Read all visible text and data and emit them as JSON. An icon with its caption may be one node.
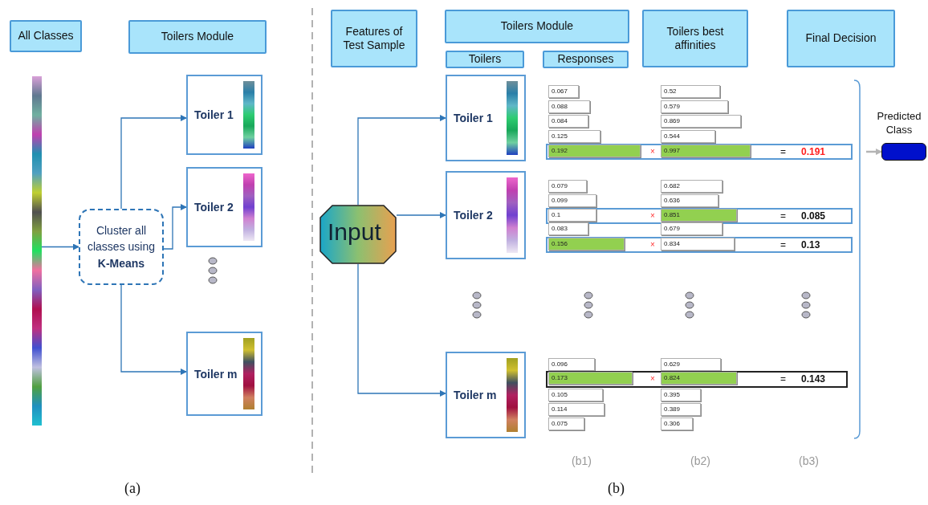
{
  "diagram": {
    "nodes": [
      {
        "text": [
          "All Classes"
        ]
      },
      {
        "text": [
          "Toilers Module"
        ]
      },
      {
        "text": [],
        "shape": "bar"
      },
      {
        "text": [
          "Cluster all classes using **K-Means**"
        ]
      },
      {
        "text": [
          "Toiler 1"
        ]
      },
      {
        "text": [
          "Toiler 2"
        ]
      },
      {
        "text": [
          "Toiler m"
        ]
      },
      {
        "text": [
          "Features of Test Sample"
        ]
      },
      {
        "text": [
          "Toilers Module"
        ]
      },
      {
        "text": [
          "Toilers"
        ]
      },
      {
        "text": [
          "Responses"
        ]
      },
      {
        "text": [
          "Toilers best affinities"
        ]
      },
      {
        "text": [
          "Final Decision"
        ]
      },
      {
        "text": [
          "Input"
        ]
      },
      {
        "text": [
          "Toiler 1"
        ]
      },
      {
        "text": [
          "Toiler 2"
        ]
      },
      {
        "text": [
          "Toiler m"
        ]
      },
      {
        "text": [
          "Predicted Class"
        ]
      },
      {
        "text": [
          "0.067"
        ]
      },
      {
        "text": [
          "0.52"
        ]
      },
      {
        "text": [
          "0.088"
        ]
      },
      {
        "text": [
          "0.579"
        ]
      },
      {
        "text": [
          "0.084"
        ]
      },
      {
        "text": [
          "0.869"
        ]
      },
      {
        "text": [
          "0.125"
        ]
      },
      {
        "text": [
          "0.544"
        ]
      },
      {
        "text": [
          "×",
          "=",
          "0.191"
        ]
      },
      {
        "text": [
          "0.192"
        ],
        "in": 26
      },
      {
        "text": [
          "0.997"
        ],
        "in": 26
      },
      {
        "text": [
          "0.079"
        ]
      },
      {
        "text": [
          "0.682"
        ]
      },
      {
        "text": [
          "0.099"
        ]
      },
      {
        "text": [
          "0.636"
        ]
      },
      {
        "text": [
          "×",
          "=",
          "0.085"
        ]
      },
      {
        "text": [
          "0.1"
        ],
        "in": 33
      },
      {
        "text": [
          "0.851"
        ],
        "in": 33
      },
      {
        "text": [
          "0.083"
        ]
      },
      {
        "text": [
          "0.679"
        ]
      },
      {
        "text": [
          "×",
          "=",
          "0.13"
        ]
      },
      {
        "text": [
          "0.156"
        ],
        "in": 38
      },
      {
        "text": [
          "0.834"
        ],
        "in": 38
      },
      {
        "text": [
          "0.096"
        ]
      },
      {
        "text": [
          "0.629"
        ]
      },
      {
        "text": [
          "×",
          "=",
          "0.143"
        ]
      },
      {
        "text": [
          "0.173"
        ],
        "in": 43
      },
      {
        "text": [
          "0.824"
        ],
        "in": 43
      },
      {
        "text": [
          "0.105"
        ]
      },
      {
        "text": [
          "0.395"
        ]
      },
      {
        "text": [
          "0.114"
        ]
      },
      {
        "text": [
          "0.389"
        ]
      },
      {
        "text": [
          "0.075"
        ]
      },
      {
        "text": [
          "0.306"
        ]
      }
    ],
    "edges": [
      {
        "from": 2,
        "to": 3,
        "arrow": "to"
      },
      {
        "from": 3,
        "to": 4,
        "arrow": "to"
      },
      {
        "from": 3,
        "to": 5,
        "arrow": "to"
      },
      {
        "from": 3,
        "to": 6,
        "arrow": "to"
      },
      {
        "from": 13,
        "to": 14,
        "arrow": "to"
      },
      {
        "from": 13,
        "to": 15,
        "arrow": "to"
      },
      {
        "from": 13,
        "to": 16,
        "arrow": "to"
      },
      {
        "from": null,
        "to": 17,
        "arrow": "to",
        "color": "#b4b4b4"
      }
    ],
    "labels": [
      "(b1)",
      "(b2)",
      "(b3)",
      "(a)",
      "(b)"
    ]
  }
}
